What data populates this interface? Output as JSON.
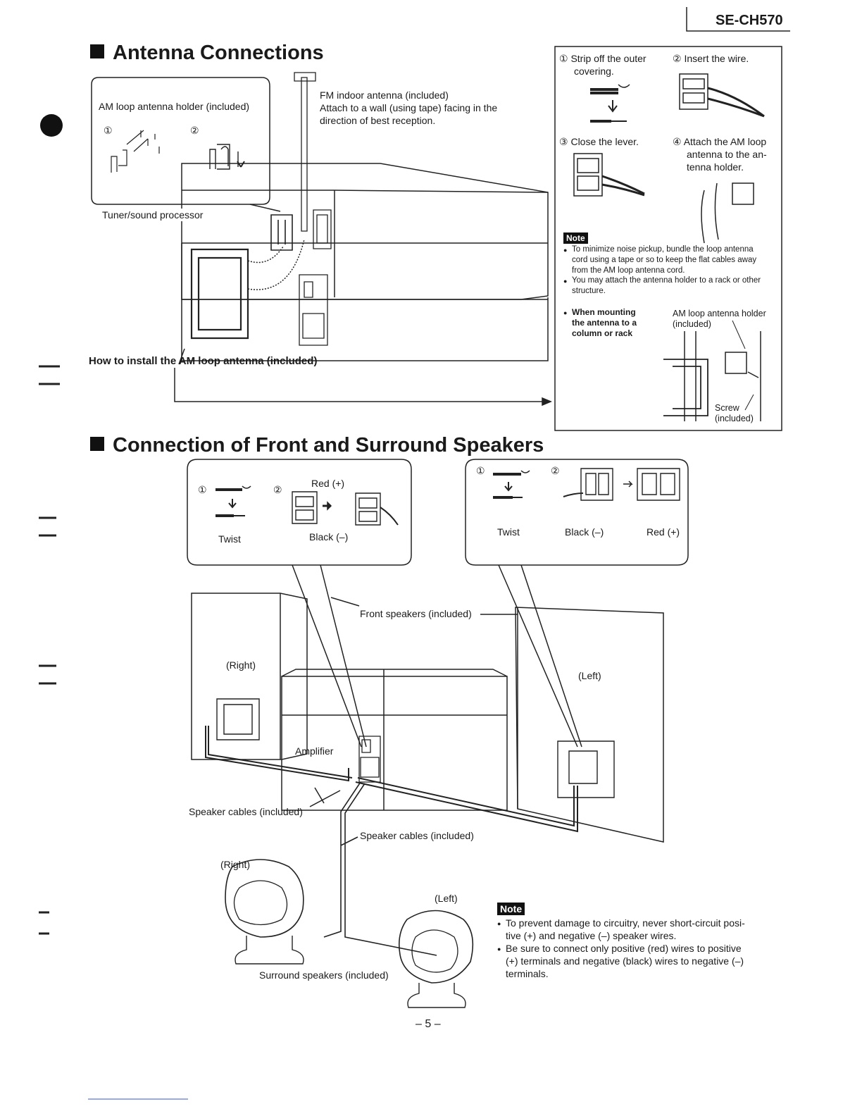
{
  "header": {
    "model": "SE-CH570"
  },
  "antenna": {
    "title": "Antenna Connections",
    "am_holder_label": "AM loop antenna holder (included)",
    "step1_mark": "①",
    "step2_mark": "②",
    "fm_lines": [
      "FM indoor antenna (included)",
      "Attach to a wall (using tape) facing in the",
      "direction of best reception."
    ],
    "tuner_label": "Tuner/sound processor",
    "install_label": "How to install the AM loop antenna (included)"
  },
  "steps": {
    "s1_mark": "①",
    "s1_lines": [
      "Strip off the outer",
      "covering."
    ],
    "s2_mark": "②",
    "s2_text": "Insert the wire.",
    "s3_mark": "③",
    "s3_text": "Close the lever.",
    "s4_mark": "④",
    "s4_lines": [
      "Attach the AM loop",
      "antenna to the an-",
      "tenna holder."
    ],
    "note_badge": "Note",
    "notes": [
      [
        "To minimize noise pickup, bundle the loop antenna",
        "cord using a tape or so to keep the flat cables away",
        "from the AM loop antenna cord."
      ],
      [
        "You may attach the antenna holder to a rack or other",
        "structure."
      ]
    ],
    "mount_lines": [
      "When mounting",
      "the antenna to a",
      "column or rack"
    ],
    "holder_lines": [
      "AM loop antenna holder",
      "(included)"
    ],
    "screw_lines": [
      "Screw",
      "(included)"
    ]
  },
  "speakers": {
    "title": "Connection of Front and Surround Speakers",
    "left_box": {
      "m1": "①",
      "m2": "②",
      "red": "Red (+)",
      "twist": "Twist",
      "black": "Black (–)"
    },
    "right_box": {
      "m1": "①",
      "m2": "②",
      "twist": "Twist",
      "black": "Black (–)",
      "red": "Red (+)"
    },
    "front_label": "Front speakers (included)",
    "right_label": "(Right)",
    "left_label": "(Left)",
    "amp_label": "Amplifier",
    "cables1": "Speaker cables (included)",
    "cables2": "Speaker cables (included)",
    "surround_right": "(Right)",
    "surround_left": "(Left)",
    "surround_label": "Surround speakers (included)",
    "note_badge": "Note",
    "notes": [
      [
        "To prevent damage to circuitry, never short-circuit posi-",
        "tive (+) and negative (–) speaker wires."
      ],
      [
        "Be sure to connect only positive (red) wires to positive",
        "(+) terminals and negative (black) wires to negative (–)",
        "terminals."
      ]
    ]
  },
  "footer": {
    "page": "– 5 –"
  }
}
